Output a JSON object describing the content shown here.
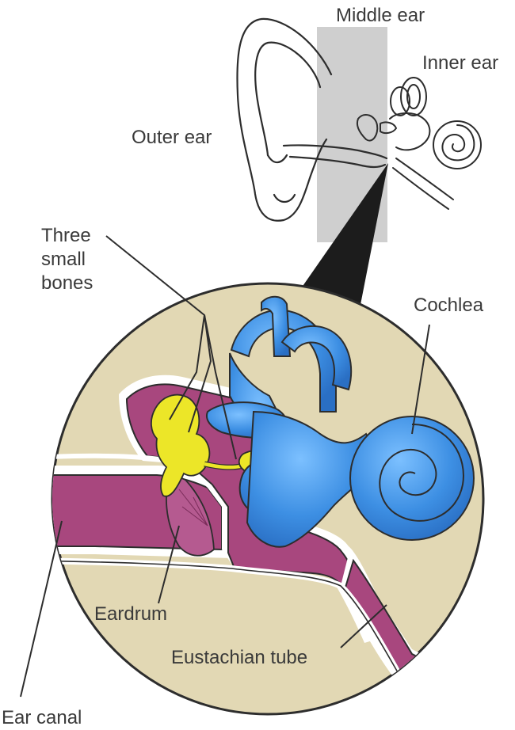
{
  "labels": {
    "middle_ear": "Middle ear",
    "inner_ear": "Inner ear",
    "outer_ear": "Outer ear",
    "three_small_bones": [
      "Three",
      "small",
      "bones"
    ],
    "cochlea": "Cochlea",
    "eardrum": "Eardrum",
    "eustachian_tube": "Eustachian tube",
    "ear_canal": "Ear canal"
  },
  "colors": {
    "background_circle": "#e2d8b4",
    "tissue": "#a8477e",
    "ossicles": "#ece628",
    "inner_ear": "#3d8fe3",
    "middle_ear_band": "#cfcfcf",
    "line": "#2d2d2d"
  }
}
